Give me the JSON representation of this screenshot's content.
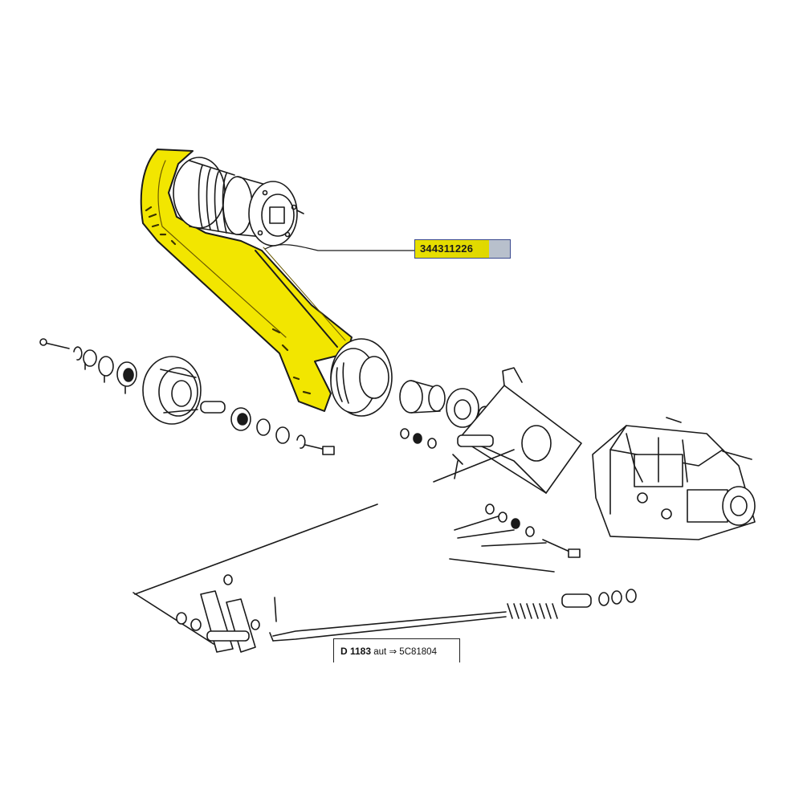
{
  "callout": {
    "part_number": "344311226",
    "highlight_color": "#e8e000"
  },
  "note": {
    "variant_prefix": "D 1183",
    "variant_suffix": "aut",
    "arrow": "⇒",
    "replacement": "5C81804"
  },
  "colors": {
    "line": "#1a1a1a",
    "highlight": "#f2e600"
  }
}
